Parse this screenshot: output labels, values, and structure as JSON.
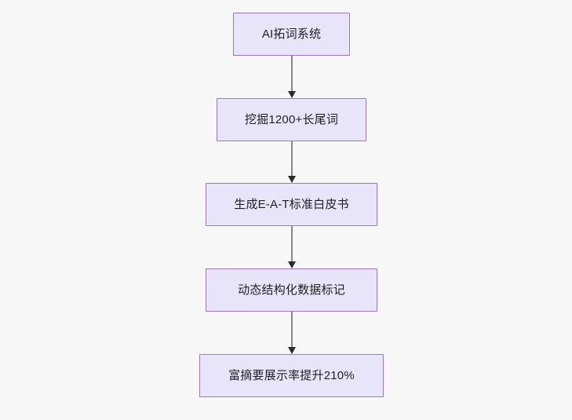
{
  "diagram": {
    "type": "flowchart",
    "orientation": "top-to-bottom",
    "background_color": "#f7f7f8",
    "node_fill_color": "#e8e5fb",
    "node_border_color": "#9a75d4",
    "node_text_color": "#1f2020",
    "edge_line_color": "#878787",
    "edge_arrowhead_color": "#2b2b2b",
    "nodes": [
      {
        "id": "n1",
        "label": "AI拓词系统"
      },
      {
        "id": "n2",
        "label": "挖掘1200+长尾词"
      },
      {
        "id": "n3",
        "label": "生成E-A-T标准白皮书"
      },
      {
        "id": "n4",
        "label": "动态结构化数据标记"
      },
      {
        "id": "n5",
        "label": "富摘要展示率提升210%"
      }
    ],
    "edges": [
      {
        "from": "n1",
        "to": "n2"
      },
      {
        "from": "n2",
        "to": "n3"
      },
      {
        "from": "n3",
        "to": "n4"
      },
      {
        "from": "n4",
        "to": "n5"
      }
    ]
  }
}
